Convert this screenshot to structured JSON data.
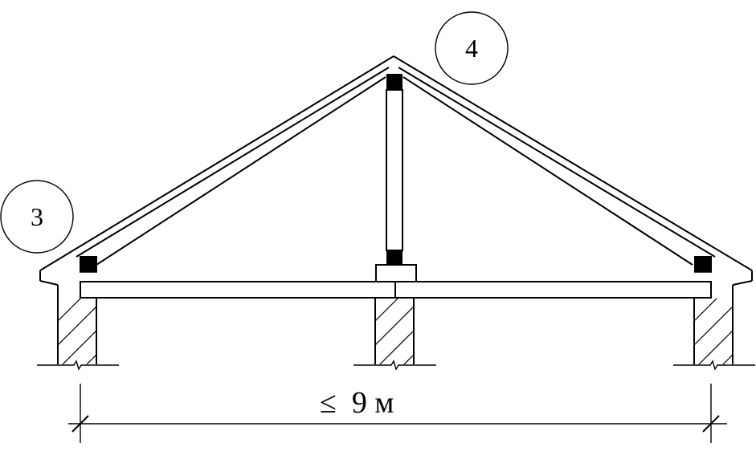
{
  "callouts": [
    {
      "id": "3",
      "label": "3"
    },
    {
      "id": "4",
      "label": "4"
    }
  ],
  "dimension": {
    "label": "≤  9 м"
  },
  "colors": {
    "line": "#000000",
    "background": "#ffffff"
  }
}
